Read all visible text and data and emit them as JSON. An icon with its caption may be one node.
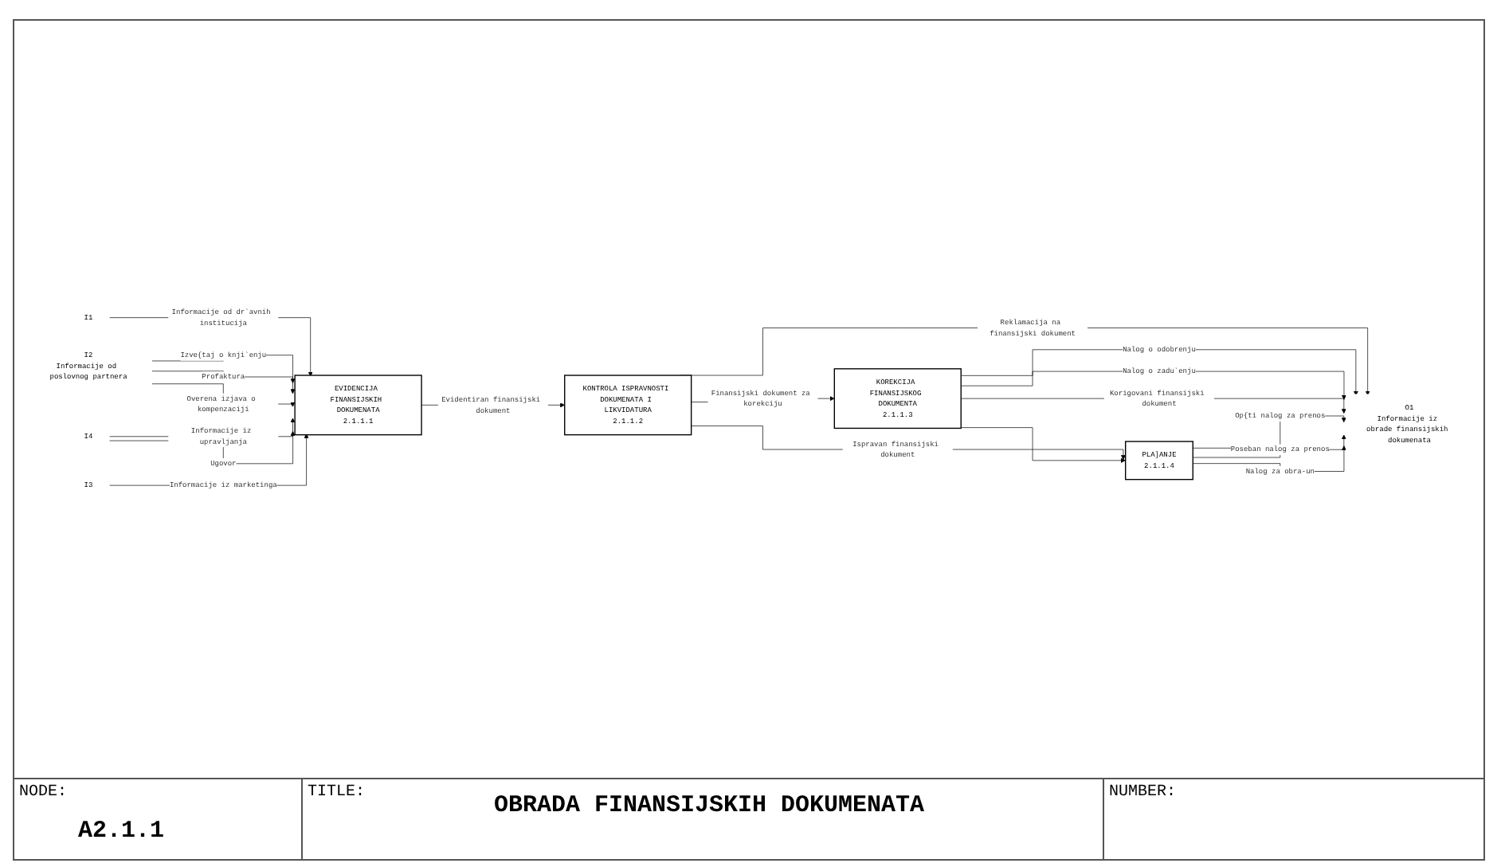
{
  "diagram": {
    "title": "OBRADA FINANSIJSKIH DOKUMENATA",
    "nodes": [
      {
        "text": [
          "I1"
        ]
      },
      {
        "text": [
          "I2",
          "Informacije od poslovnog partnera"
        ]
      },
      {
        "text": [
          "I4"
        ]
      },
      {
        "text": [
          "I3"
        ]
      },
      {
        "text": [
          "EVIDENCIJA FINANSIJSKIH DOKUMENATA",
          "2.1.1.1"
        ]
      },
      {
        "text": [
          "KONTROLA ISPRAVNOSTI DOKUMENATA I LIKVIDATURA",
          "2.1.1.2"
        ]
      },
      {
        "text": [
          "KOREKCIJA FINANSIJSKOG DOKUMENTA",
          "2.1.1.3"
        ]
      },
      {
        "text": [
          "PLA]ANJE",
          "2.1.1.4"
        ]
      },
      {
        "text": [
          "O1",
          "Informacije iz obrade finansijskih dokumenata"
        ]
      }
    ],
    "edges": [
      {
        "from": 0,
        "to": 4,
        "arrow": "to",
        "label": "Informacije od dr`avnih institucija"
      },
      {
        "from": 1,
        "to": 4,
        "arrow": "to",
        "label": "Izve{taj o knji`enju"
      },
      {
        "from": 1,
        "to": 4,
        "arrow": "to",
        "label": "Profaktura"
      },
      {
        "from": 1,
        "to": 4,
        "arrow": "to",
        "label": "Overena izjava o kompenzaciji"
      },
      {
        "from": 2,
        "to": 4,
        "arrow": "to",
        "label": "Informacije iz upravljanja"
      },
      {
        "from": 2,
        "to": 4,
        "arrow": "to",
        "label": "Ugovor"
      },
      {
        "from": 3,
        "to": 4,
        "arrow": "to",
        "label": "Informacije iz marketinga"
      },
      {
        "from": 4,
        "to": 5,
        "arrow": "to",
        "label": "Evidentiran finansijski dokument"
      },
      {
        "from": 5,
        "to": 6,
        "arrow": "to",
        "label": "Finansijski dokument za korekciju"
      },
      {
        "from": 5,
        "to": 8,
        "arrow": "to",
        "label": "Reklamacija na finansijski dokument"
      },
      {
        "from": 5,
        "to": 7,
        "arrow": "to",
        "label": "Ispravan finansijski dokument"
      },
      {
        "from": 6,
        "to": 8,
        "arrow": "to",
        "label": "Nalog o odobrenju"
      },
      {
        "from": 6,
        "to": 8,
        "arrow": "to",
        "label": "Nalog o zadu`enju"
      },
      {
        "from": 6,
        "to": 8,
        "arrow": "to",
        "label": "Korigovani finansijski dokument"
      },
      {
        "from": 6,
        "to": 7,
        "arrow": "to"
      },
      {
        "from": 7,
        "to": 8,
        "arrow": "to",
        "label": "Op{ti nalog za prenos"
      },
      {
        "from": 7,
        "to": 8,
        "arrow": "to",
        "label": "Poseban nalog za prenos"
      },
      {
        "from": 7,
        "to": 8,
        "arrow": "to",
        "label": "Nalog za obra-un"
      }
    ],
    "labels": [
      "NODE:",
      "A2.1.1",
      "TITLE:",
      "NUMBER:"
    ]
  }
}
